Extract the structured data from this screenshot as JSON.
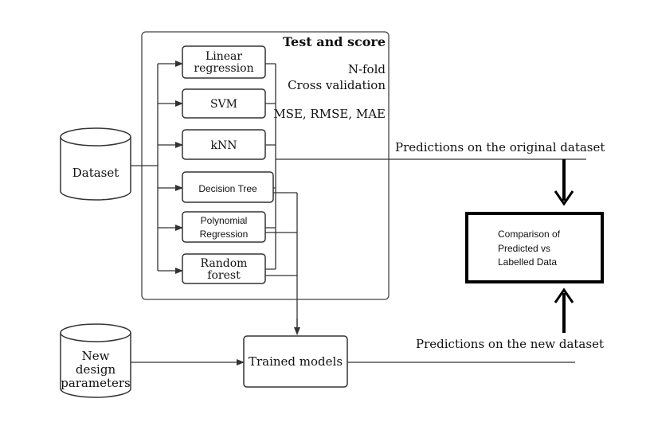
{
  "panel": {
    "title": "Test and score",
    "notes": [
      "N-fold",
      "Cross validation",
      "MSE, RMSE, MAE"
    ]
  },
  "dataset": {
    "label": "Dataset"
  },
  "new_params": {
    "lines": [
      "New",
      "design",
      "parameters"
    ]
  },
  "models": [
    {
      "lines": [
        "Linear",
        "regression"
      ]
    },
    {
      "lines": [
        "SVM"
      ]
    },
    {
      "lines": [
        "kNN"
      ]
    },
    {
      "lines": [
        "Decision Tree"
      ]
    },
    {
      "lines": [
        "Polynomial",
        "Regression"
      ]
    },
    {
      "lines": [
        "Random",
        "forest"
      ]
    }
  ],
  "trained": {
    "label": "Trained models"
  },
  "comparison": {
    "lines": [
      "Comparison of",
      "Predicted vs",
      "Labelled Data"
    ]
  },
  "edge_labels": {
    "original": "Predictions on the original dataset",
    "new": "Predictions on the new dataset"
  }
}
